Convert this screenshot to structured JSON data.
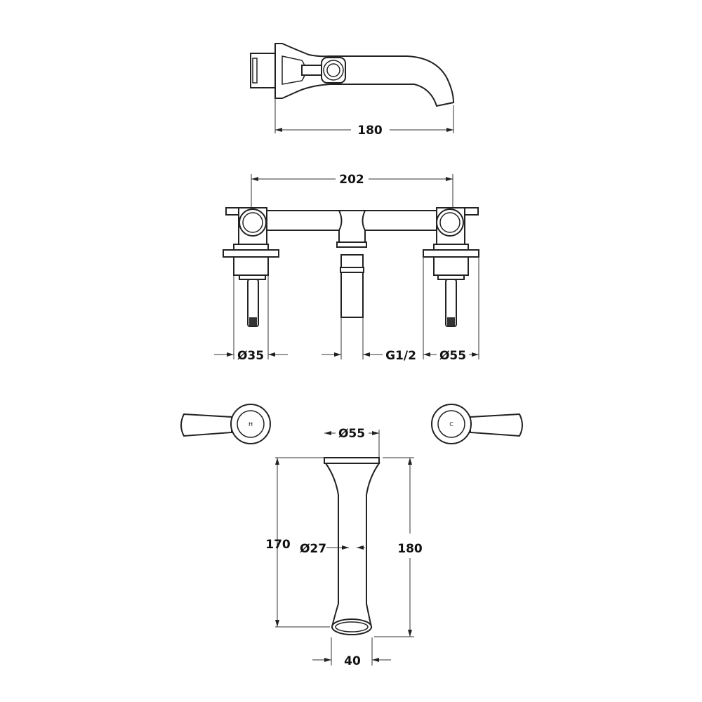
{
  "title": "Wall-mounted three-hole basin mixer technical drawing",
  "colors": {
    "line": "#222222",
    "background": "#ffffff"
  },
  "side_view": {
    "spout_length": "180"
  },
  "front_view": {
    "handle_centres": "202",
    "flange_left_diameter": "Ø35",
    "inlet_thread": "G1/2",
    "flange_right_diameter": "Ø55"
  },
  "handles": {
    "hot_label": "H",
    "cold_label": "C"
  },
  "spout_plan": {
    "top_diameter": "Ø55",
    "height_170": "170",
    "stem_diameter": "Ø27",
    "height_180": "180",
    "outlet_width": "40"
  }
}
